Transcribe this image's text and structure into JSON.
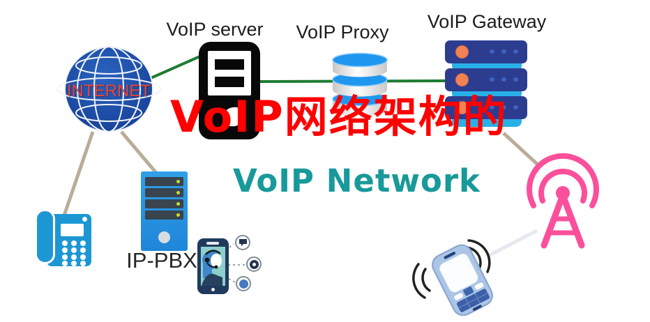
{
  "labels": {
    "voip_server": "VoIP server",
    "voip_proxy": "VoIP Proxy",
    "voip_gateway": "VoIP Gateway",
    "internet": "INTERNET",
    "ip_pbx": "IP-PBX",
    "overlay_title": "VoIP网络架构的",
    "network_title": "VoIP Network"
  },
  "icons": {
    "internet": "globe-icon",
    "voip_server": "server-icon",
    "voip_proxy": "database-stack-icon",
    "voip_gateway": "rack-servers-icon",
    "desk_phone": "desk-phone-icon",
    "ip_pbx": "tower-server-icon",
    "agent_phone": "support-agent-phone-icon",
    "agent_options": [
      "chat-bubble-icon",
      "record-ring-icon",
      "blue-dot-icon"
    ],
    "radio_tower": "broadcast-tower-icon",
    "mobile_phone": "vibrating-mobile-phone-icon"
  },
  "colors": {
    "overlay_red": "#fe0100",
    "network_title_teal": "#18999a",
    "internet_text_red": "#e6453a",
    "globe_blue": "#1e4fa8",
    "green_link": "#1e7c33",
    "tan_link": "#b9ad99",
    "faint_link": "#e7e7ef",
    "gateway_blue": "#2c3d90",
    "gateway_cyan": "#28b1e6",
    "gateway_orange": "#f28154",
    "proxy_top_blue": "#1f97ef",
    "phone_blue": "#1d97d4",
    "pbx_blue": "#2f9fe8",
    "pbx_led": "#c8de2b",
    "tower_pink": "#fb4f9b",
    "mobile_light_blue": "#abc5e6"
  },
  "connections": [
    {
      "from": "internet",
      "to": "voip_server",
      "style": "green"
    },
    {
      "from": "voip_server",
      "to": "voip_proxy",
      "style": "green"
    },
    {
      "from": "voip_proxy",
      "to": "voip_gateway",
      "style": "green"
    },
    {
      "from": "internet",
      "to": "desk_phone",
      "style": "tan"
    },
    {
      "from": "internet",
      "to": "ip_pbx",
      "style": "tan"
    },
    {
      "from": "voip_gateway",
      "to": "radio_tower",
      "style": "tan"
    },
    {
      "from": "radio_tower",
      "to": "mobile_phone",
      "style": "faint"
    }
  ]
}
